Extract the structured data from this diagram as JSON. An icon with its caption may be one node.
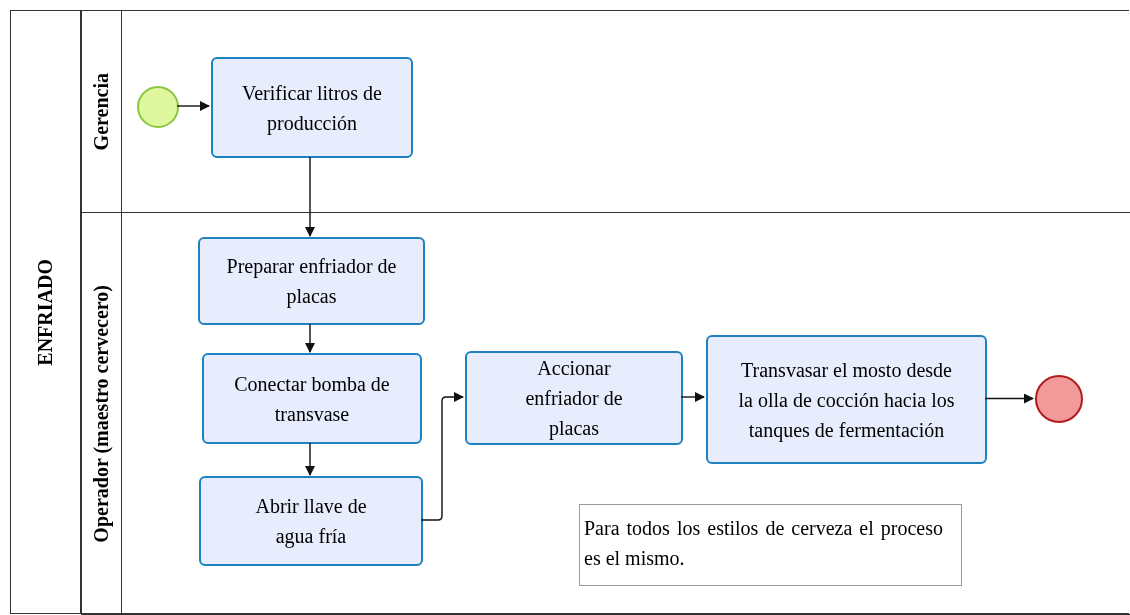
{
  "diagram": {
    "nodes": [
      {
        "text": [
          "ENFRIADO"
        ]
      },
      {
        "text": [
          "Gerencia"
        ],
        "in": 0
      },
      {
        "text": [
          "Operador (maestro cervecero)"
        ],
        "in": 0
      },
      {
        "text": [],
        "shape": "circle",
        "in": 1
      },
      {
        "text": [
          "Verificar litros de producción"
        ],
        "in": 1
      },
      {
        "text": [
          "Preparar enfriador de placas"
        ],
        "in": 2
      },
      {
        "text": [
          "Conectar bomba de transvase"
        ],
        "in": 2
      },
      {
        "text": [
          "Abrir llave de agua fría"
        ],
        "in": 2
      },
      {
        "text": [
          "Accionar enfriador de placas"
        ],
        "in": 2
      },
      {
        "text": [
          "Transvasar el mosto desde la olla de cocción hacia los tanques de fermentación"
        ],
        "in": 2
      },
      {
        "text": [],
        "shape": "circle",
        "in": 2
      },
      {
        "text": [
          "Para todos los estilos de cerveza el proceso es el mismo."
        ],
        "in": 2
      }
    ],
    "edges": [
      {
        "from": 3,
        "to": 4,
        "arrow": "to"
      },
      {
        "from": 4,
        "to": 5,
        "arrow": "to"
      },
      {
        "from": 5,
        "to": 6,
        "arrow": "to"
      },
      {
        "from": 6,
        "to": 7,
        "arrow": "to"
      },
      {
        "from": 7,
        "to": 8,
        "arrow": "to"
      },
      {
        "from": 8,
        "to": 9,
        "arrow": "to"
      },
      {
        "from": 9,
        "to": 10,
        "arrow": "to"
      }
    ]
  }
}
